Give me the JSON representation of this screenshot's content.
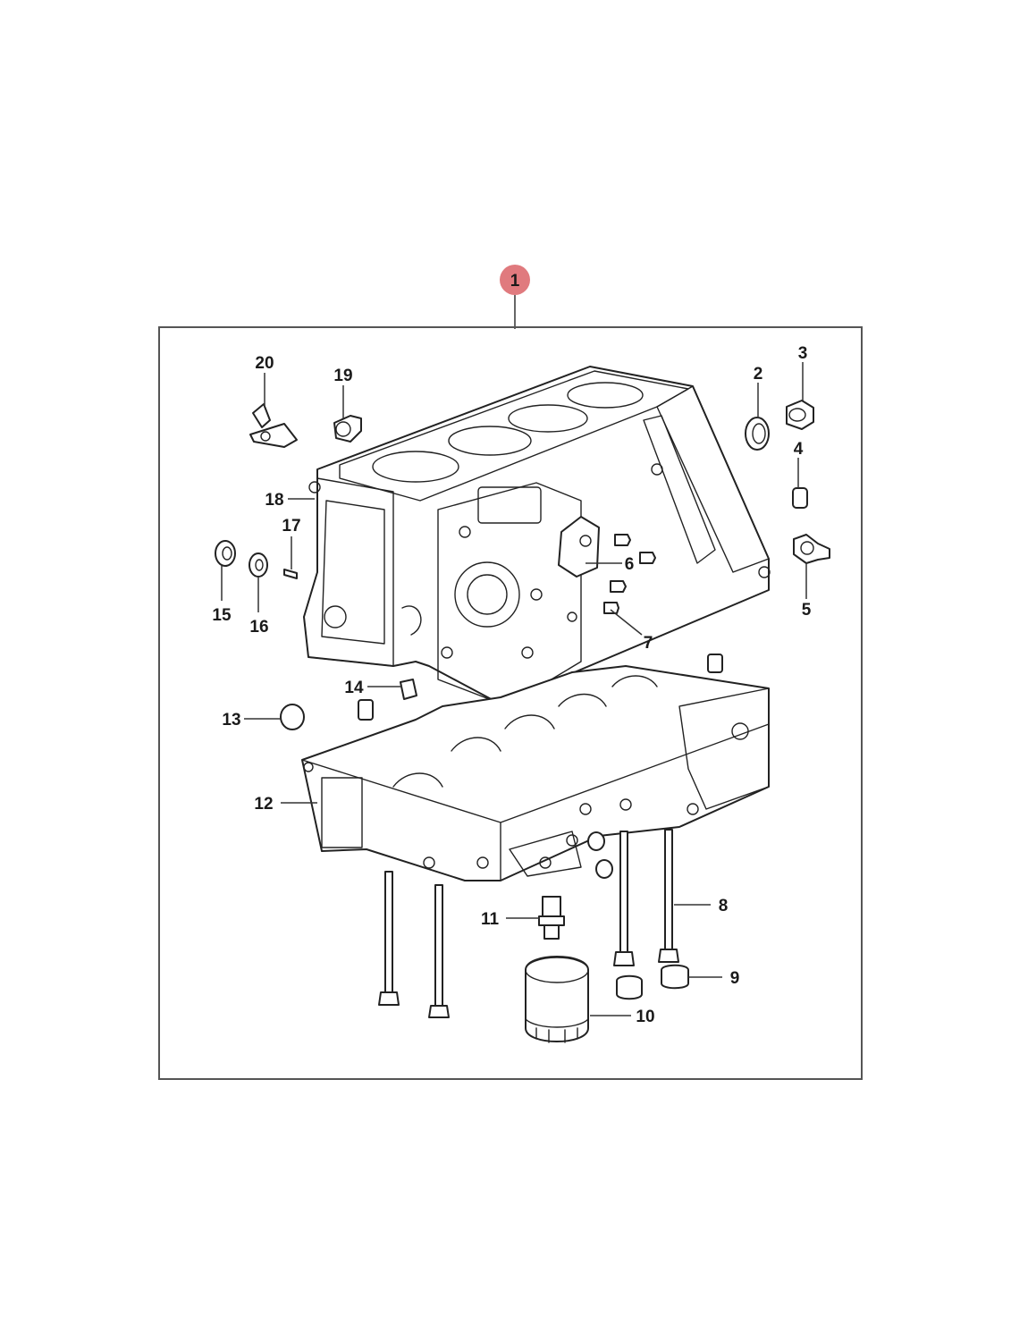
{
  "main_callout": {
    "label": "1",
    "color": "#e07a7e"
  },
  "callouts": {
    "c2": "2",
    "c3": "3",
    "c4": "4",
    "c5": "5",
    "c6": "6",
    "c7": "7",
    "c8": "8",
    "c9": "9",
    "c10": "10",
    "c11": "11",
    "c12": "12",
    "c13": "13",
    "c14": "14",
    "c15": "15",
    "c16": "16",
    "c17": "17",
    "c18": "18",
    "c19": "19",
    "c20": "20"
  }
}
